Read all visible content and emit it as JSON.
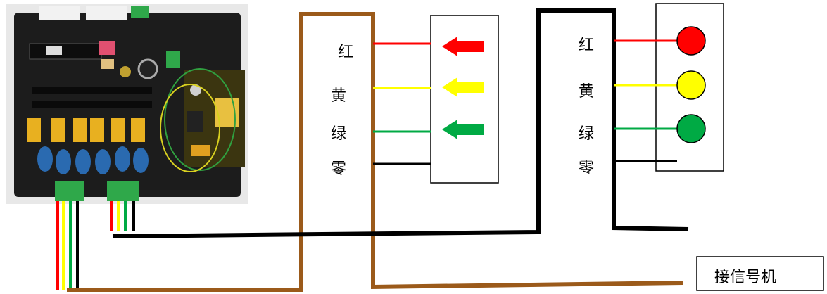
{
  "colors": {
    "red": "#ff0000",
    "yellow": "#ffff00",
    "green": "#00aa44",
    "black": "#000000",
    "brown": "#9b5a1a",
    "board": "#1c1c1c"
  },
  "arrow_panel": {
    "labels": {
      "red": "红",
      "yellow": "黄",
      "green": "绿",
      "neutral": "零"
    }
  },
  "light_panel": {
    "labels": {
      "red": "红",
      "yellow": "黄",
      "green": "绿",
      "neutral": "零"
    }
  },
  "signal_box": {
    "label": "接信号机"
  }
}
